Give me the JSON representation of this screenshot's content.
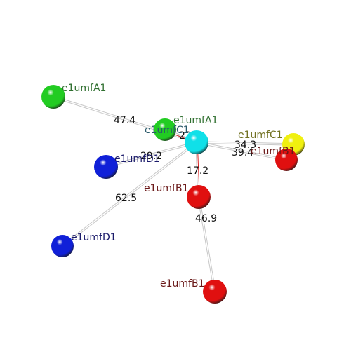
{
  "colors": {
    "background": "#ffffff",
    "bond": "#c8c8c8",
    "bond_hilite": "#d82020",
    "green": "#22cc22",
    "blue": "#1020d8",
    "red": "#e01010",
    "cyan": "#10e0e8",
    "yellow": "#f0f010",
    "label_green": "#2f6f2f",
    "label_navy": "#1a1a6a",
    "label_dark_red": "#6a1818",
    "label_olive": "#707020",
    "label_teal": "#2a5a6a"
  },
  "nodes": [
    {
      "id": "cA1_far",
      "label": "e1umfA1",
      "color": "green",
      "label_color": "label_green"
    },
    {
      "id": "cA1_near",
      "label": "e1umfA1",
      "color": "green",
      "label_color": "label_green"
    },
    {
      "id": "center",
      "label": "e1umfC1",
      "color": "cyan",
      "label_color": "label_teal"
    },
    {
      "id": "cC1_yellow",
      "label": "e1umfC1",
      "color": "yellow",
      "label_color": "label_olive"
    },
    {
      "id": "cB1_right",
      "label": "e1umfB1",
      "color": "red",
      "label_color": "label_dark_red"
    },
    {
      "id": "cD1_near",
      "label": "e1umfD1",
      "color": "blue",
      "label_color": "label_navy"
    },
    {
      "id": "cB1_mid",
      "label": "e1umfB1",
      "color": "red",
      "label_color": "label_dark_red"
    },
    {
      "id": "cD1_far",
      "label": "e1umfD1",
      "color": "blue",
      "label_color": "label_navy"
    },
    {
      "id": "cB1_bottom",
      "label": "e1umfB1",
      "color": "red",
      "label_color": "label_dark_red"
    }
  ],
  "edges": [
    {
      "from": "cA1_far",
      "to": "center",
      "distance": "47.4"
    },
    {
      "from": "cA1_near",
      "to": "center",
      "distance": "22.0"
    },
    {
      "from": "cC1_yellow",
      "to": "center",
      "distance": "34.3"
    },
    {
      "from": "cB1_right",
      "to": "center",
      "distance": "39.4"
    },
    {
      "from": "cD1_near",
      "to": "center",
      "distance": "29.2"
    },
    {
      "from": "cB1_mid",
      "to": "center",
      "distance": "17.2"
    },
    {
      "from": "cD1_far",
      "to": "center",
      "distance": "62.5"
    },
    {
      "from": "cB1_bottom",
      "to": "cB1_mid",
      "distance": "46.9"
    }
  ]
}
